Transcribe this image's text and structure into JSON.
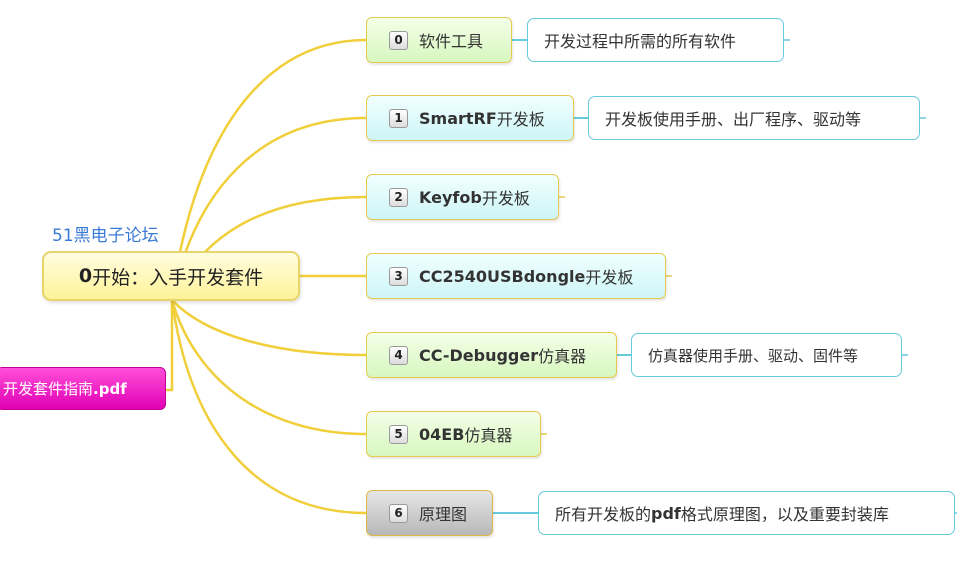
{
  "watermark": "51黑电子论坛",
  "root": {
    "prefix": "0",
    "label": "开始：入手开发套件"
  },
  "side_node": {
    "label": "开发套件指南",
    "ext": ".pdf"
  },
  "branches": [
    {
      "num": "0",
      "en": "",
      "cn": "软件工具",
      "note": "开发过程中所需的所有软件"
    },
    {
      "num": "1",
      "en": "SmartRF",
      "cn": "开发板",
      "note": "开发板使用手册、出厂程序、驱动等"
    },
    {
      "num": "2",
      "en": "Keyfob",
      "cn": "开发板",
      "note": ""
    },
    {
      "num": "3",
      "en": "CC2540USBdongle",
      "cn": "开发板",
      "note": ""
    },
    {
      "num": "4",
      "en": "CC-Debugger",
      "cn": "仿真器",
      "note": "仿真器使用手册、驱动、固件等"
    },
    {
      "num": "5",
      "en": "04EB",
      "cn": "仿真器",
      "note": ""
    },
    {
      "num": "6",
      "en": "",
      "cn": "原理图",
      "note_parts": [
        "所有开发板的",
        "pdf",
        "格式原理图，以及重要封装库"
      ]
    }
  ],
  "colors": {
    "link": "#f0cf3a",
    "note_link": "#67c9dc",
    "green_fill": "#d7f7bf",
    "cyan_fill": "#cdf5f7",
    "gray_fill": "#b8b8b8",
    "side_fill": "#e000b4"
  }
}
